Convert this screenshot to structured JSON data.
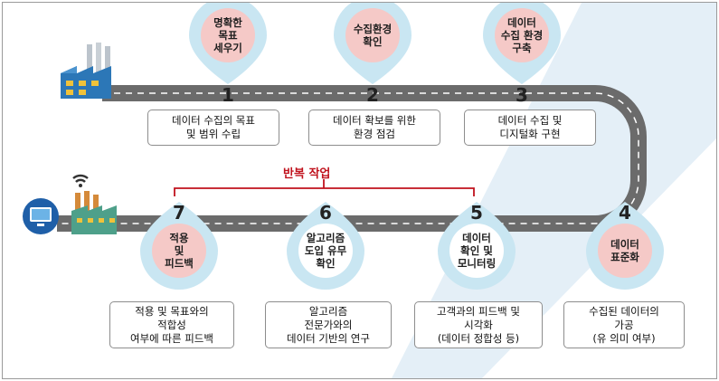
{
  "repeat_label": "반복 작업",
  "steps": [
    {
      "number": "1",
      "bubble": [
        "명확한",
        "목표",
        "세우기"
      ],
      "description": [
        "데이터 수집의 목표",
        "및 범위 수립"
      ]
    },
    {
      "number": "2",
      "bubble": [
        "수집환경",
        "확인"
      ],
      "description": [
        "데이터 확보를 위한",
        "환경 점검"
      ]
    },
    {
      "number": "3",
      "bubble": [
        "데이터",
        "수집 환경",
        "구축"
      ],
      "description": [
        "데이터 수집 및",
        "디지털화 구현"
      ]
    },
    {
      "number": "4",
      "bubble": [
        "데이터",
        "표준화"
      ],
      "description": [
        "수집된 데이터의",
        "가공",
        "(유 의미 여부)"
      ]
    },
    {
      "number": "5",
      "bubble": [
        "데이터",
        "확인 및",
        "모니터링"
      ],
      "description": [
        "고객과의 피드백 및",
        "시각화",
        "(데이터 정합성 등)"
      ]
    },
    {
      "number": "6",
      "bubble": [
        "알고리즘",
        "도입 유무",
        "확인"
      ],
      "description": [
        "알고리즘",
        "전문가와의",
        "데이터 기반의 연구"
      ]
    },
    {
      "number": "7",
      "bubble": [
        "적용",
        "및",
        "피드백"
      ],
      "description": [
        "적용 및 목표와의",
        "적합성",
        "여부에 따른 피드백"
      ]
    }
  ],
  "colors": {
    "road": "#6b6b6b",
    "road_line": "#ffffff",
    "pin_outer": "#c9e6f2",
    "pin_inner": "#f5c9c7",
    "repeat": "#c0121d",
    "stripe": "#e4eff7"
  },
  "icons": {
    "top_left": "factory-icon",
    "bottom_left": "smart-factory-icon"
  }
}
